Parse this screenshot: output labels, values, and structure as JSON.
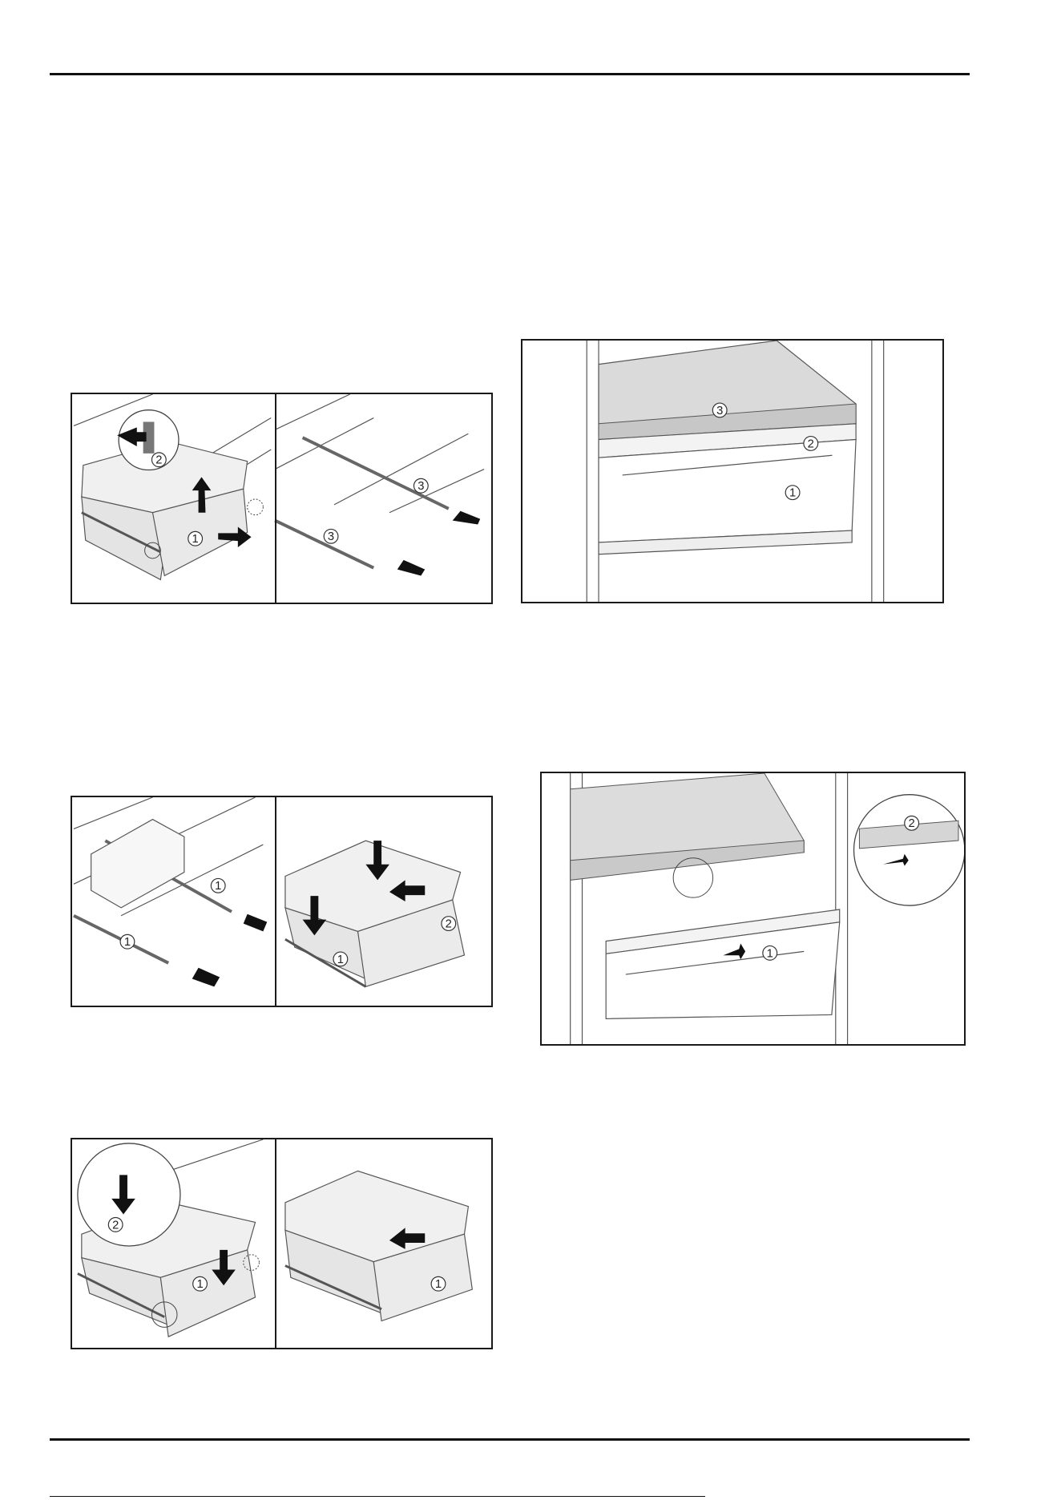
{
  "figures": {
    "fig1": {
      "left_callouts": [
        "2",
        "1"
      ],
      "right_callouts": [
        "3",
        "3"
      ]
    },
    "fig2": {
      "left_callouts": [
        "1",
        "1"
      ],
      "right_callouts": [
        "2",
        "1"
      ]
    },
    "fig3": {
      "left_callouts": [
        "2",
        "1"
      ],
      "right_callouts": [
        "1"
      ]
    },
    "fig4": {
      "callouts": [
        "3",
        "2",
        "1"
      ]
    },
    "fig5": {
      "callouts": [
        "2",
        "1"
      ]
    }
  }
}
